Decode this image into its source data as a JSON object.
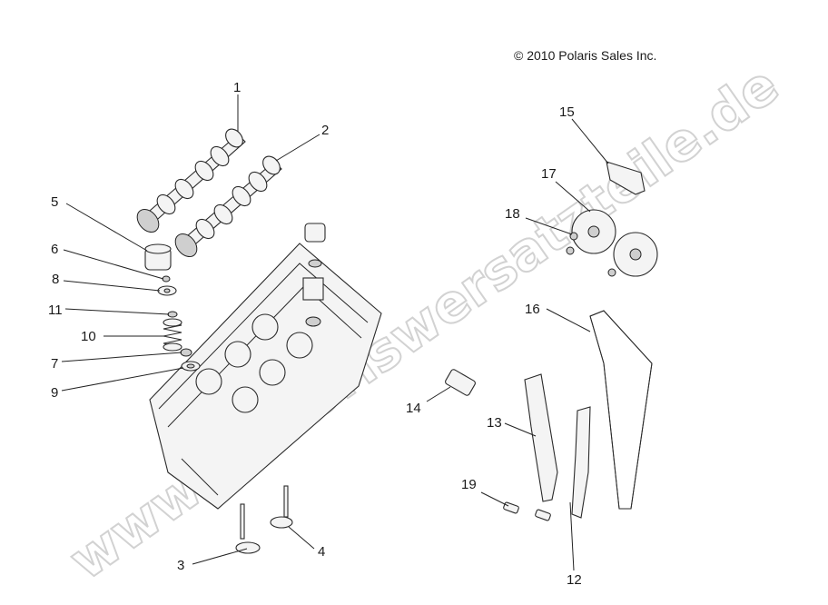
{
  "copyright": "© 2010 Polaris Sales Inc.",
  "watermark": "www.motoriswersatzteile.de",
  "callouts": [
    {
      "id": "1",
      "label": "1"
    },
    {
      "id": "2",
      "label": "2"
    },
    {
      "id": "3",
      "label": "3"
    },
    {
      "id": "4",
      "label": "4"
    },
    {
      "id": "5",
      "label": "5"
    },
    {
      "id": "6",
      "label": "6"
    },
    {
      "id": "7",
      "label": "7"
    },
    {
      "id": "8",
      "label": "8"
    },
    {
      "id": "9",
      "label": "9"
    },
    {
      "id": "10",
      "label": "10"
    },
    {
      "id": "11",
      "label": "11"
    },
    {
      "id": "12",
      "label": "12"
    },
    {
      "id": "13",
      "label": "13"
    },
    {
      "id": "14",
      "label": "14"
    },
    {
      "id": "15",
      "label": "15"
    },
    {
      "id": "16",
      "label": "16"
    },
    {
      "id": "17",
      "label": "17"
    },
    {
      "id": "18",
      "label": "18"
    },
    {
      "id": "19",
      "label": "19"
    }
  ]
}
